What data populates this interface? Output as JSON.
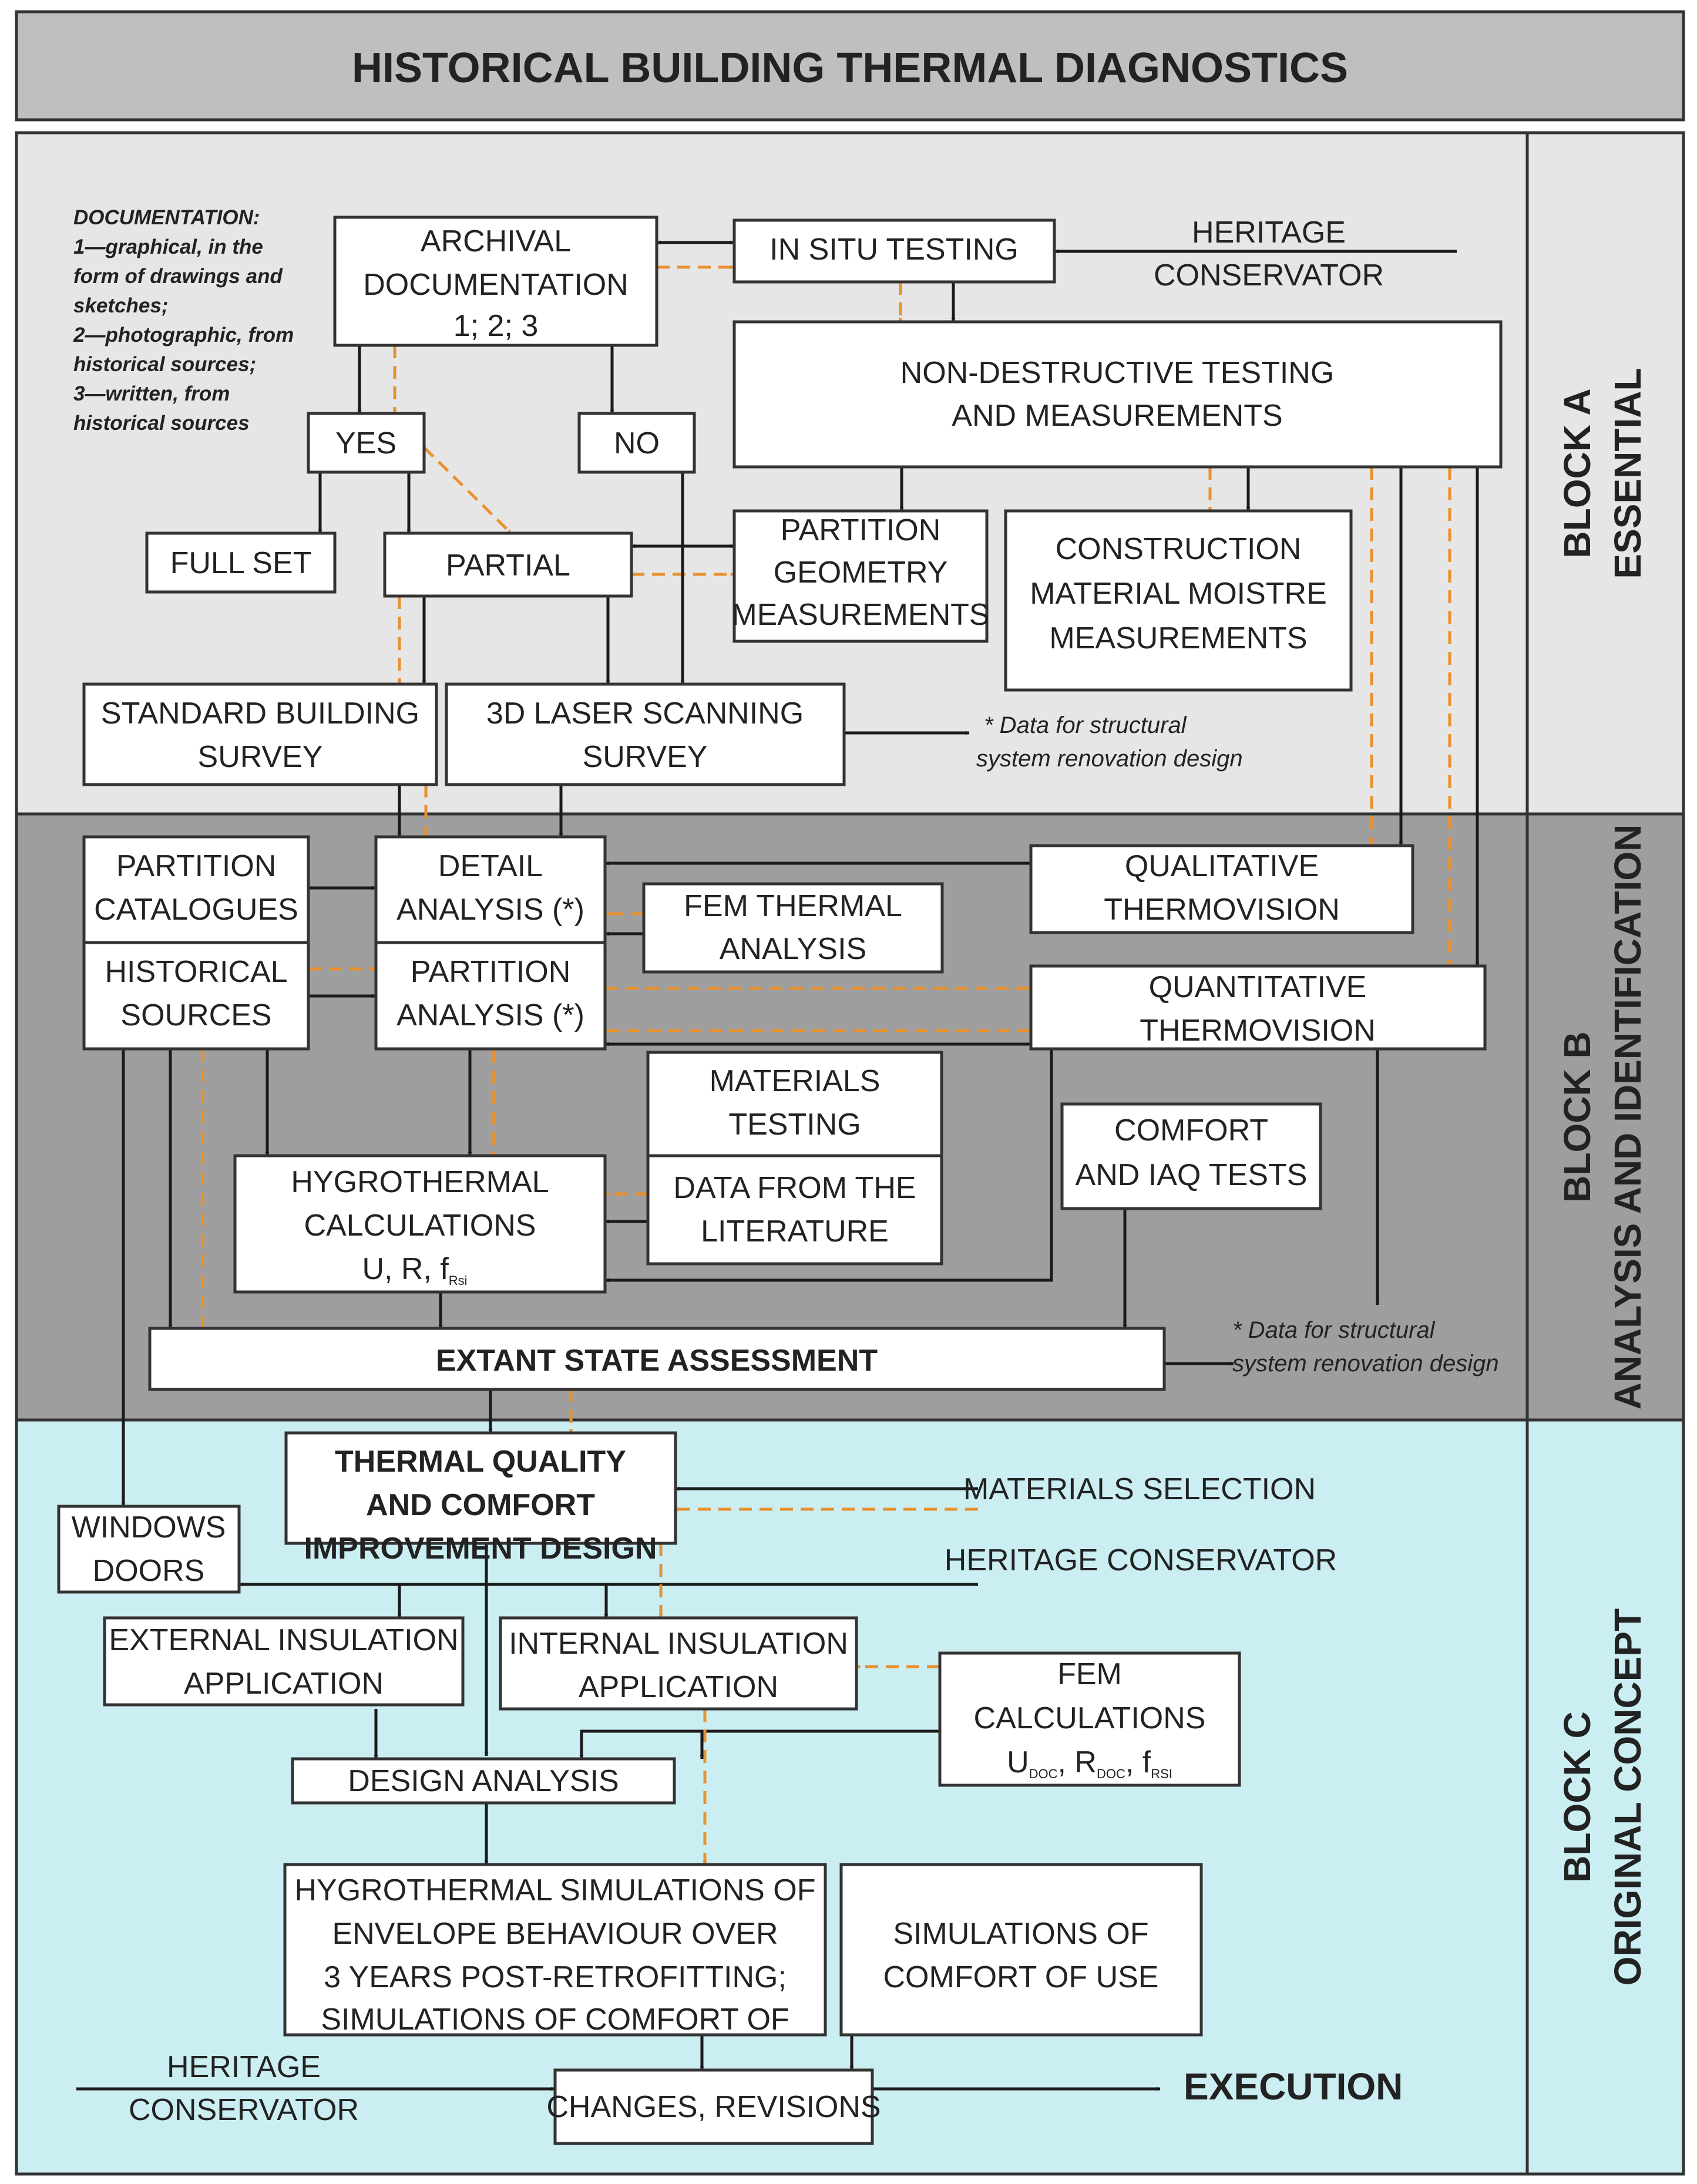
{
  "title": "HISTORICAL BUILDING THERMAL DIAGNOSTICS",
  "colors": {
    "block_a_background": "#e6e6e6",
    "block_b_background": "#9e9e9e",
    "block_c_background": "#cbeef2",
    "title_background": "#bfbfbf",
    "solid_flow": "#1a1a1a",
    "dashed_flow": "#e8912f"
  },
  "blocks": {
    "a": {
      "line1": "BLOCK A",
      "line2": "ESSENTIAL"
    },
    "b": {
      "line1": "BLOCK B",
      "line2": "ANALYSIS AND IDENTIFICATION"
    },
    "c": {
      "line1": "BLOCK C",
      "line2": "ORIGINAL CONCEPT"
    }
  },
  "documentation_note": {
    "lines": [
      "DOCUMENTATION:",
      "1—graphical, in the",
      "form of drawings and",
      "sketches;",
      "2—photographic, from",
      "historical sources;",
      "3—written, from",
      "historical sources"
    ]
  },
  "nodes": {
    "archival": {
      "lines": [
        "ARCHIVAL",
        "DOCUMENTATION",
        "1; 2; 3"
      ]
    },
    "in_situ": {
      "lines": [
        "IN SITU TESTING"
      ]
    },
    "heritage_a": {
      "lines": [
        "HERITAGE",
        "CONSERVATOR"
      ]
    },
    "ndt": {
      "lines": [
        "NON-DESTRUCTIVE TESTING",
        "AND MEASUREMENTS"
      ]
    },
    "yes": {
      "lines": [
        "YES"
      ]
    },
    "no": {
      "lines": [
        "NO"
      ]
    },
    "full_set": {
      "lines": [
        "FULL SET"
      ]
    },
    "partial": {
      "lines": [
        "PARTIAL"
      ]
    },
    "partition_geometry": {
      "lines": [
        "PARTITION",
        "GEOMETRY",
        "MEASUREMENTS"
      ]
    },
    "construction_moisture": {
      "lines": [
        "CONSTRUCTION",
        "MATERIAL MOISTRE",
        "MEASUREMENTS"
      ]
    },
    "standard_survey": {
      "lines": [
        "STANDARD BUILDING",
        "SURVEY"
      ]
    },
    "laser_survey": {
      "lines": [
        "3D LASER SCANNING",
        "SURVEY"
      ]
    },
    "partition_catalogues": {
      "lines": [
        "PARTITION",
        "CATALOGUES"
      ]
    },
    "historical_sources": {
      "lines": [
        "HISTORICAL",
        "SOURCES"
      ]
    },
    "detail_analysis": {
      "lines": [
        "DETAIL",
        "ANALYSIS (*)"
      ]
    },
    "partition_analysis": {
      "lines": [
        "PARTITION",
        "ANALYSIS (*)"
      ]
    },
    "fem_thermal": {
      "lines": [
        "FEM THERMAL",
        "ANALYSIS"
      ]
    },
    "qualitative": {
      "lines": [
        "QUALITATIVE",
        "THERMOVISION"
      ]
    },
    "quantitative": {
      "lines": [
        "QUANTITATIVE",
        "THERMOVISION"
      ]
    },
    "materials_testing": {
      "lines": [
        "MATERIALS",
        "TESTING"
      ]
    },
    "literature": {
      "lines": [
        "DATA FROM THE",
        "LITERATURE"
      ]
    },
    "comfort_iaq": {
      "lines": [
        "COMFORT",
        "AND IAQ TESTS"
      ]
    },
    "hygrothermal_calc": {
      "lines": [
        "HYGROTHERMAL",
        "CALCULATIONS"
      ],
      "formula": {
        "u": "U, R, f",
        "sub": "Rsi"
      }
    },
    "extant": {
      "lines": [
        "EXTANT STATE ASSESSMENT"
      ]
    },
    "thermal_design": {
      "lines": [
        "THERMAL QUALITY",
        "AND COMFORT",
        "IMPROVEMENT DESIGN"
      ]
    },
    "materials_selection": {
      "lines": [
        "MATERIALS SELECTION"
      ]
    },
    "heritage_c1": {
      "lines": [
        "HERITAGE CONSERVATOR"
      ]
    },
    "windows_doors": {
      "lines": [
        "WINDOWS",
        "DOORS"
      ]
    },
    "external_insulation": {
      "lines": [
        "EXTERNAL INSULATION",
        "APPLICATION"
      ]
    },
    "internal_insulation": {
      "lines": [
        "INTERNAL INSULATION",
        "APPLICATION"
      ]
    },
    "fem_calc": {
      "lines": [
        "FEM",
        "CALCULATIONS"
      ],
      "formula": [
        {
          "text": "U",
          "sub": "DOC"
        },
        {
          "text": ", R",
          "sub": "DOC"
        },
        {
          "text": ", f",
          "sub": "RSI"
        }
      ]
    },
    "design_analysis": {
      "lines": [
        "DESIGN ANALYSIS"
      ]
    },
    "hygro_sim": {
      "lines": [
        "HYGROTHERMAL SIMULATIONS OF",
        "ENVELOPE BEHAVIOUR OVER",
        "3 YEARS POST-RETROFITTING;",
        "SIMULATIONS OF COMFORT OF"
      ]
    },
    "comfort_sim": {
      "lines": [
        "SIMULATIONS OF",
        "COMFORT OF USE"
      ]
    },
    "heritage_c2": {
      "lines": [
        "HERITAGE",
        "CONSERVATOR"
      ]
    },
    "changes": {
      "lines": [
        "CHANGES, REVISIONS"
      ]
    },
    "execution": {
      "lines": [
        "EXECUTION"
      ]
    }
  },
  "notes": {
    "structural_a": {
      "lines": [
        "* Data for structural",
        "system renovation design"
      ]
    },
    "structural_b": {
      "lines": [
        "* Data for structural",
        "system renovation design"
      ]
    }
  }
}
